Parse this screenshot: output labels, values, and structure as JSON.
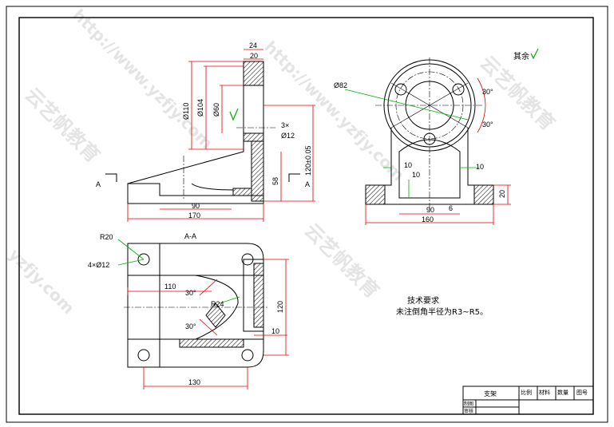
{
  "watermarks": {
    "left_brand": "云艺帆教育",
    "url_left": "http://www.yzfjy.com",
    "url_mid": "http://www.yzfjy.com",
    "right_brand": "云艺帆教育",
    "bottom_brand": "云艺帆教育",
    "corner_url": "yzfjy.com"
  },
  "roughness_note": "其余",
  "front_view": {
    "d_top_24": "24",
    "d_top_20": "20",
    "d_110": "Ø110",
    "d_104": "Ø104",
    "d_60": "Ø60",
    "d_hole": "3×",
    "d_hole2": "Ø12",
    "d_120": "120±0.05",
    "d_58": "58",
    "d_90": "90",
    "d_170": "170",
    "section_left": "A",
    "section_right": "A"
  },
  "side_view": {
    "d_82": "Ø82",
    "angle_top": "30°",
    "angle_bottom": "30°",
    "d_10_left": "10",
    "d_10_mid": "10",
    "d_10_right": "10",
    "d_90": "90",
    "d_6": "6",
    "d_20": "20",
    "d_160": "160"
  },
  "section_view": {
    "title": "A-A",
    "d_r20": "R20",
    "d_holes": "4×Ø12",
    "d_110": "110",
    "angle_top": "30°",
    "angle_bottom": "30°",
    "d_r24": "R24",
    "d_120": "120",
    "d_10": "10",
    "d_130": "130"
  },
  "requirements": {
    "title": "技术要求",
    "line1": "未注倒角半径为R3~R5。"
  },
  "title_block": {
    "part_name": "支架",
    "cols": [
      "比例",
      "材料",
      "数量",
      "图号"
    ],
    "drawn": "制图",
    "checked": "审核"
  },
  "colors": {
    "dimension": "#e00000",
    "leader": "#00b000",
    "outline": "#000000",
    "hatch": "#000000"
  }
}
